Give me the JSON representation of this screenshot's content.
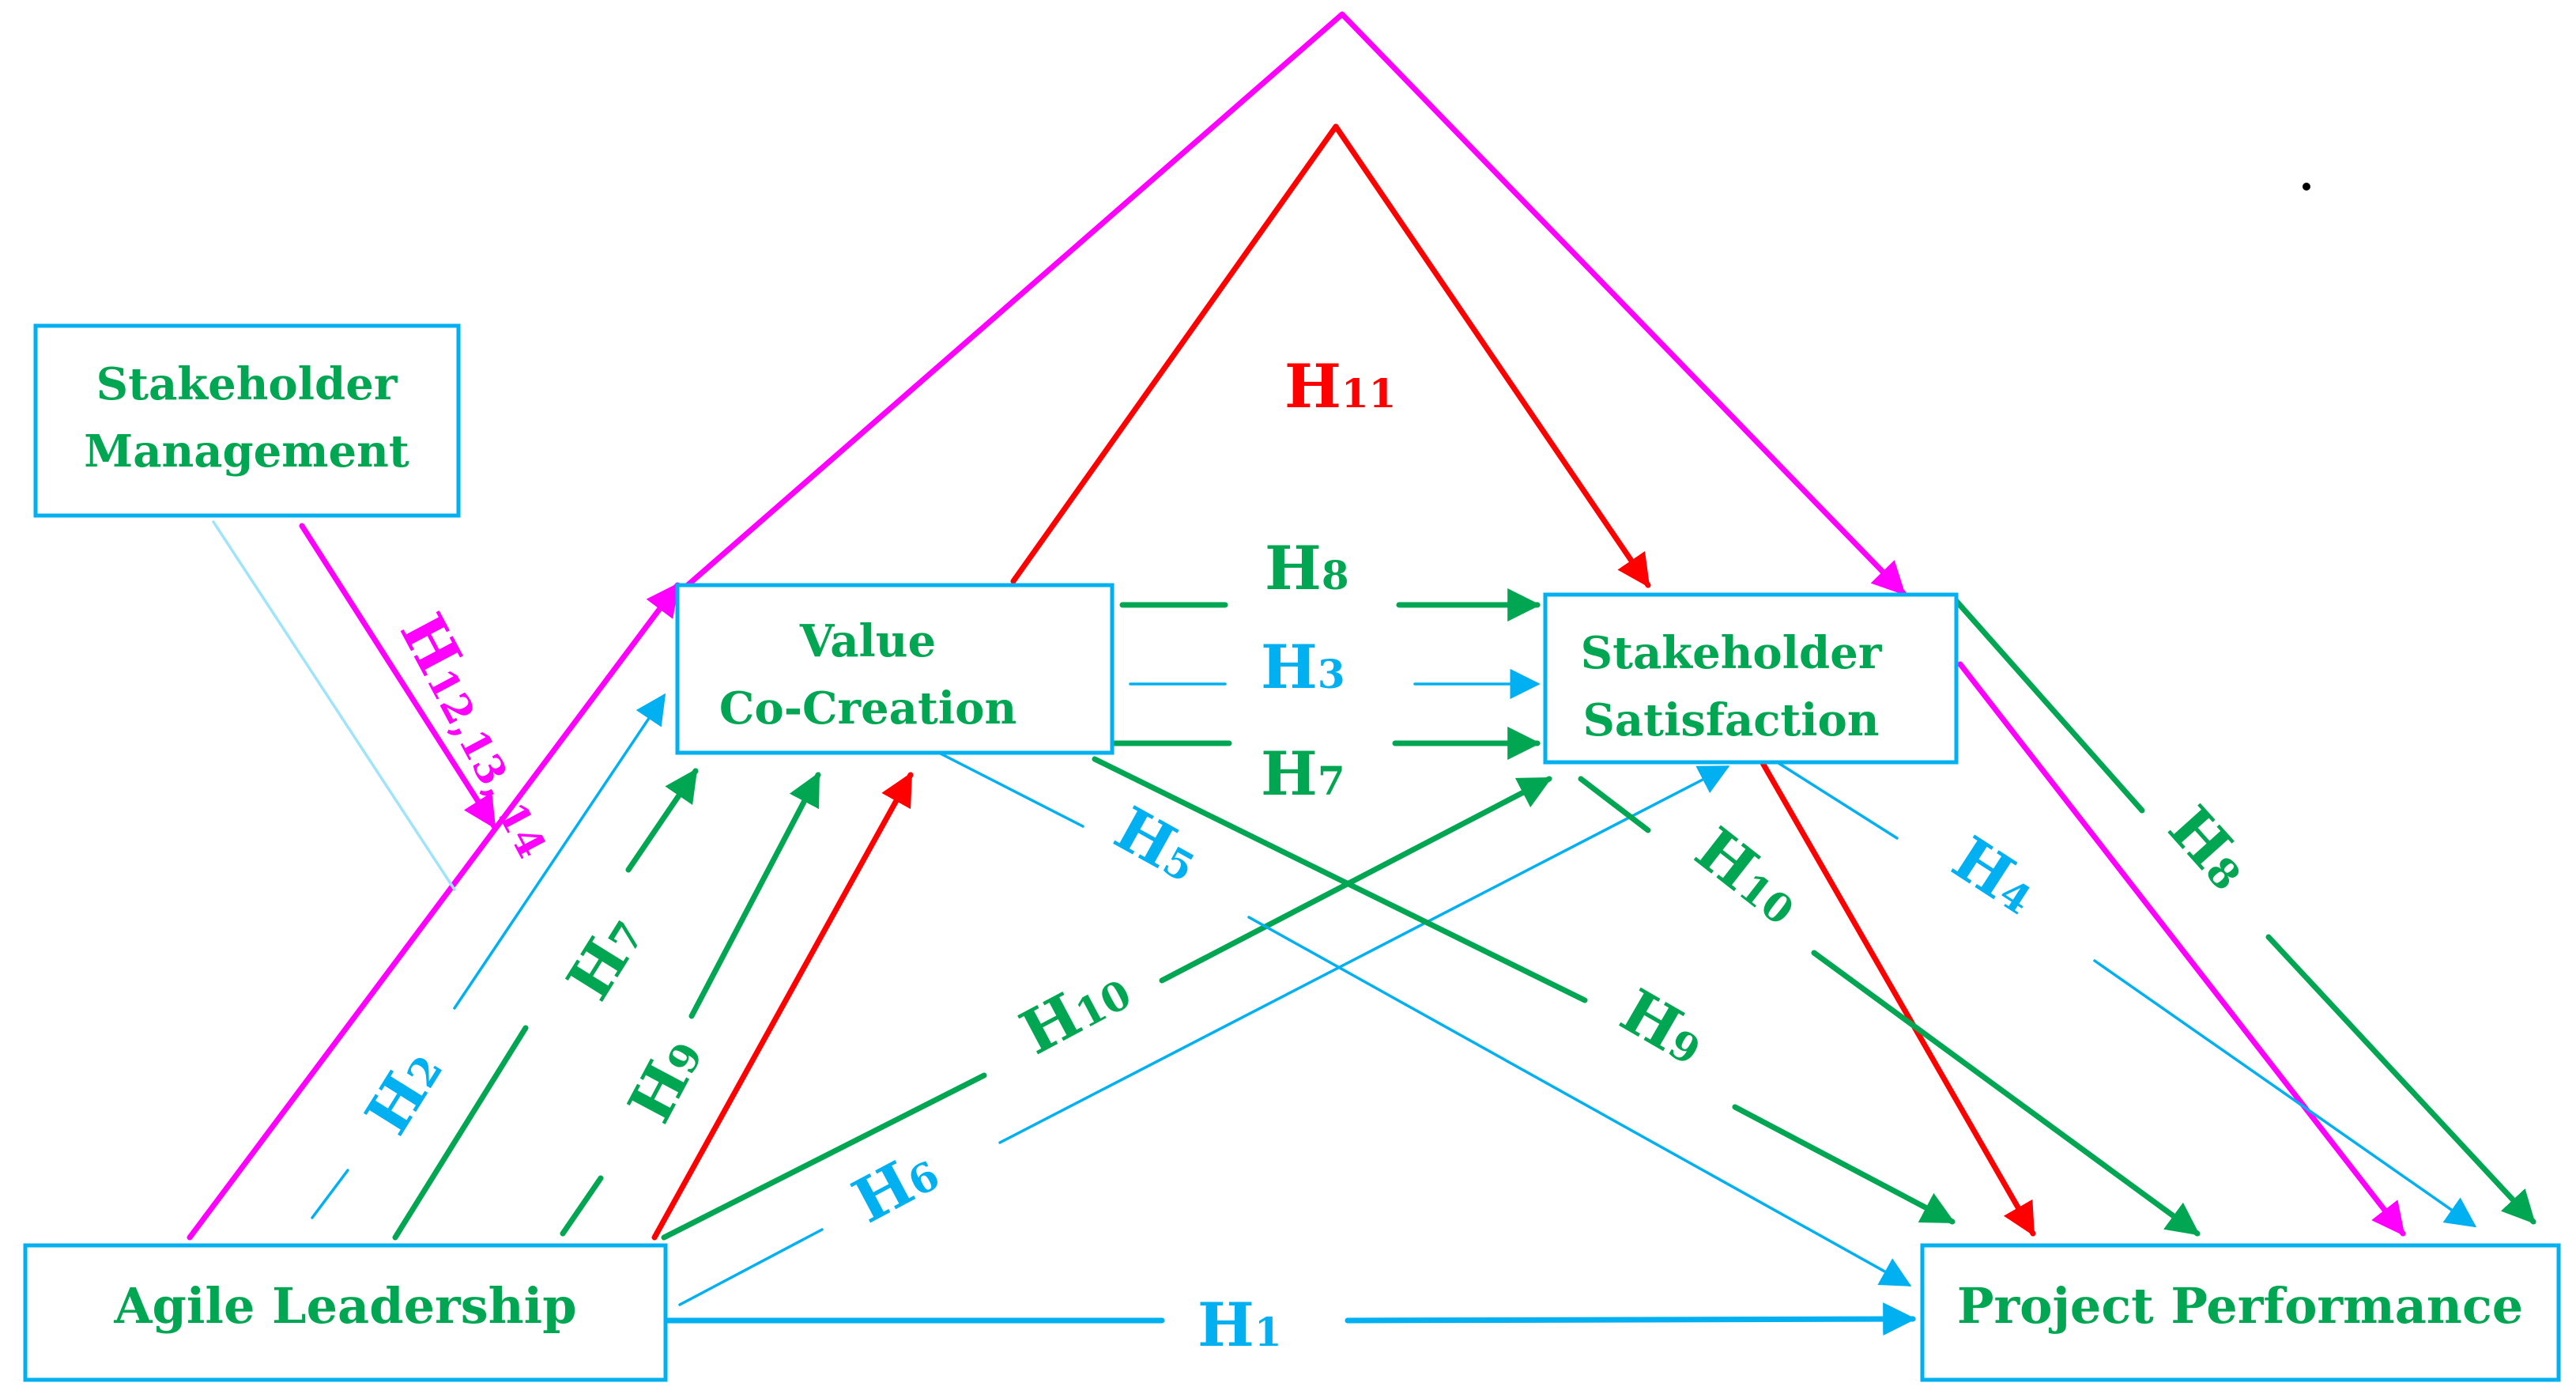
{
  "colors": {
    "green": "#00a651",
    "blue": "#00b0f0",
    "red": "#ff0000",
    "magenta": "#ff00ff",
    "box_border": "#00b0f0"
  },
  "nodes": {
    "stakeholder_management": {
      "line1": "Stakeholder",
      "line2": "Management"
    },
    "value_cocreation": {
      "line1": "Value",
      "line2": "Co-Creation"
    },
    "stakeholder_satisfaction": {
      "line1": "Stakeholder",
      "line2": "Satisfaction"
    },
    "agile_leadership": {
      "label": "Agile Leadership"
    },
    "project_performance": {
      "label": "Project Performance"
    }
  },
  "hypotheses": {
    "h1": {
      "base": "H",
      "sub": "1"
    },
    "h2": {
      "base": "H",
      "sub": "2"
    },
    "h3": {
      "base": "H",
      "sub": "3"
    },
    "h4": {
      "base": "H",
      "sub": "4"
    },
    "h5": {
      "base": "H",
      "sub": "5"
    },
    "h6": {
      "base": "H",
      "sub": "6"
    },
    "h7_top": {
      "base": "H",
      "sub": "7"
    },
    "h7_left": {
      "base": "H",
      "sub": "7"
    },
    "h8_top": {
      "base": "H",
      "sub": "8"
    },
    "h8_right": {
      "base": "H",
      "sub": "8"
    },
    "h9_left": {
      "base": "H",
      "sub": "9"
    },
    "h9_mid": {
      "base": "H",
      "sub": "9"
    },
    "h10_left": {
      "base": "H",
      "sub": "10"
    },
    "h10_mid": {
      "base": "H",
      "sub": "10"
    },
    "h11": {
      "base": "H",
      "sub": "11"
    },
    "h12_13_14": {
      "base": "H",
      "sub": "12,13, 14"
    }
  }
}
